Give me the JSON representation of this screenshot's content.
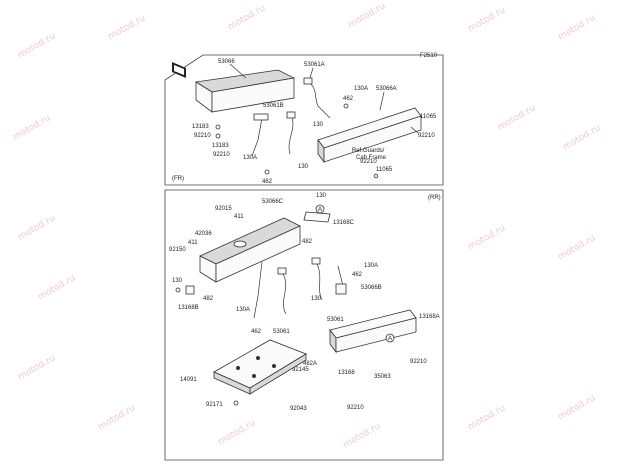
{
  "watermark": "motod.ru",
  "figure_code": "F2510",
  "panels": {
    "front": {
      "tag": "(FR)"
    },
    "rear": {
      "tag": "(RR)"
    }
  },
  "callouts": {
    "A": "A"
  },
  "front_labels": {
    "p53066": "53066",
    "p53061A": "53061A",
    "p130_a": "130A",
    "p462_a": "462",
    "p53066A": "53066A",
    "p11065_a": "11065",
    "p92210_a": "92210",
    "p13183_a": "13183",
    "p92210_b": "92210",
    "p53061B": "53061B",
    "p130_b": "130",
    "p13183_b": "13183",
    "p92210_c": "92210",
    "p130A_b": "130A",
    "p130_c": "130",
    "p462_b": "462",
    "ref_line1": "Ref.Guards/",
    "ref_line2": "Cab Frame",
    "p92210_d": "92210",
    "p11065_b": "11065"
  },
  "rear_labels": {
    "p92015": "92015",
    "p53066C": "53066C",
    "p130_a": "130",
    "p411_a": "411",
    "p13168C": "13168C",
    "p42036": "42036",
    "p411_b": "411",
    "p92150": "92150",
    "p482_a": "482",
    "p130_b": "130",
    "p130A_a": "130A",
    "p462_a": "462",
    "p130_c": "130",
    "p482_b": "482",
    "p13168B": "13168B",
    "p53066B": "53066B",
    "p130A_b": "130A",
    "p462_b": "462",
    "p53061_a": "53061",
    "p53061_b": "53061",
    "p13168A": "13168A",
    "p92210_a": "92210",
    "p482A": "482A",
    "p92145": "92145",
    "p13168": "13168",
    "p35063": "35063",
    "p14091": "14091",
    "p92043": "92043",
    "p92210_b": "92210",
    "p92171": "92171"
  }
}
